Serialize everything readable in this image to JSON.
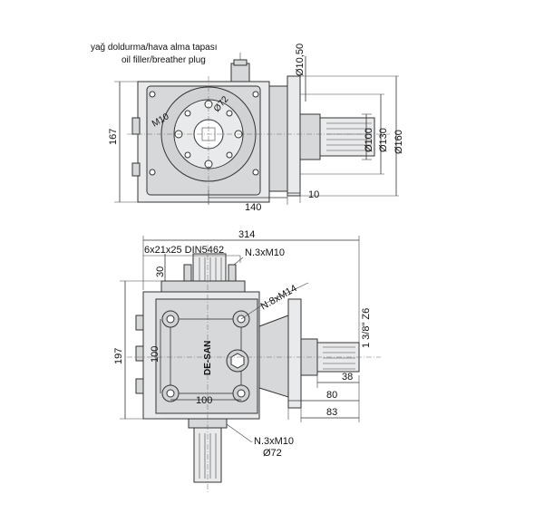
{
  "plug_note": {
    "line1": "yağ doldurma/hava alma tapası",
    "line2": "oil filler/breather plug"
  },
  "top_view": {
    "height_167": "167",
    "dia_72": "Ø72",
    "thread_m10": "M10",
    "width_140": "140",
    "flange_10": "10",
    "dia_10_50": "Ø10,50",
    "dia_100": "Ø100",
    "dia_130": "Ø130",
    "dia_160": "Ø160"
  },
  "front_view": {
    "overall_314": "314",
    "spline": "6x21x25 DIN5462",
    "bolts_top": "N.3xM10",
    "dim_30": "30",
    "bolts_side": "N.8xM14",
    "pto": "1 3/8\" Z6",
    "height_197": "197",
    "vert_100": "100",
    "horiz_100": "100",
    "logo": "DE-SAN",
    "dim_38": "38",
    "dim_80": "80",
    "dim_83": "83",
    "bolts_bottom": "N.3xM10",
    "dia_bottom": "Ø72"
  }
}
